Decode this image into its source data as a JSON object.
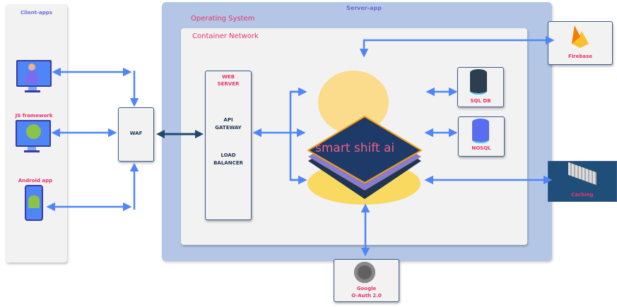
{
  "client_panel": {
    "title": "Client-apps",
    "items": [
      {
        "label": ""
      },
      {
        "label": "JS framework"
      },
      {
        "label": "Android app"
      }
    ]
  },
  "waf": {
    "label": "WAF"
  },
  "server": {
    "title": "Server-app",
    "os_label": "Operating System",
    "container_label": "Container Network"
  },
  "web_server": {
    "title_line1": "WEB",
    "title_line2": "SERVER",
    "api_line1": "API",
    "api_line2": "GATEWAY",
    "lb_line1": "LOAD",
    "lb_line2": "BALANCER"
  },
  "chip": {
    "label": "smart shift ai"
  },
  "services": {
    "sql": "SQL DB",
    "nosql": "NOSQL",
    "firebase": "Firebase",
    "caching": "Caching",
    "google_line1": "Google",
    "google_line2": "O-Auth 2.0"
  },
  "colors": {
    "arrow": "#4f86f7",
    "dark_arrow": "#1e4a72",
    "accent": "#e8336b",
    "server_bg": "#b3c6e6"
  }
}
